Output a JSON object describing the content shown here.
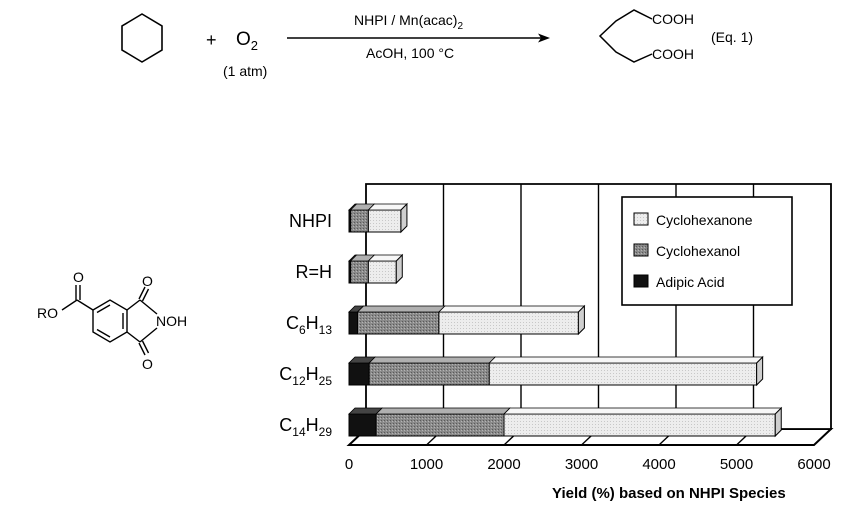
{
  "equation": {
    "plus": "+",
    "reagent_o": "O",
    "reagent_sub": "2",
    "pressure": "(1 atm)",
    "catalyst_a": "NHPI / Mn(acac)",
    "catalyst_sub": "2",
    "conditions": "AcOH, 100 °C",
    "acid_top": "COOH",
    "acid_bottom": "COOH",
    "label": "(Eq. 1)"
  },
  "structure": {
    "ro": "RO",
    "o_ester": "O",
    "o_top": "O",
    "o_bottom": "O",
    "noh": "NOH"
  },
  "colors": {
    "adipic": "#111111",
    "cyclohexanol": "#8a8a8a",
    "cyclohexanone": "#ededed",
    "grid": "#000000"
  },
  "chart_data": {
    "type": "bar",
    "orientation": "horizontal",
    "stacked": true,
    "style": "3d",
    "categories": [
      {
        "id": "nhpi",
        "text": "NHPI",
        "sub": "",
        "tail": ""
      },
      {
        "id": "rh",
        "text": "R=H",
        "sub": "",
        "tail": ""
      },
      {
        "id": "c6",
        "text": "C",
        "sub": "6",
        "tail": "H",
        "sub2": "13"
      },
      {
        "id": "c12",
        "text": "C",
        "sub": "12",
        "tail": "H",
        "sub2": "25"
      },
      {
        "id": "c14",
        "text": "C",
        "sub": "14",
        "tail": "H",
        "sub2": "29"
      }
    ],
    "series": [
      {
        "name": "Adipic Acid",
        "color": "#111111",
        "values": [
          20,
          20,
          110,
          260,
          350
        ]
      },
      {
        "name": "Cyclohexanol",
        "color": "#8a8a8a",
        "values": [
          230,
          230,
          1050,
          1550,
          1650
        ]
      },
      {
        "name": "Cyclohexanone",
        "color": "#ededed",
        "values": [
          420,
          360,
          1800,
          3450,
          3500
        ]
      }
    ],
    "legend_order": [
      "Cyclohexanone",
      "Cyclohexanol",
      "Adipic Acid"
    ],
    "legend_position": "top-right",
    "xlim": [
      0,
      6000
    ],
    "xticks": [
      0,
      1000,
      2000,
      3000,
      4000,
      5000,
      6000
    ],
    "xlabel": "Yield (%) based on NHPI Species",
    "title": "",
    "ylabel": "",
    "grid": true
  }
}
